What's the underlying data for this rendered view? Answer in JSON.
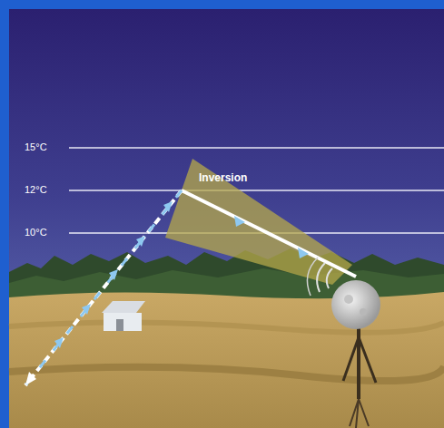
{
  "diagram": {
    "labels": [
      "15°C",
      "12°C",
      "10°C",
      "Inversion"
    ]
  }
}
